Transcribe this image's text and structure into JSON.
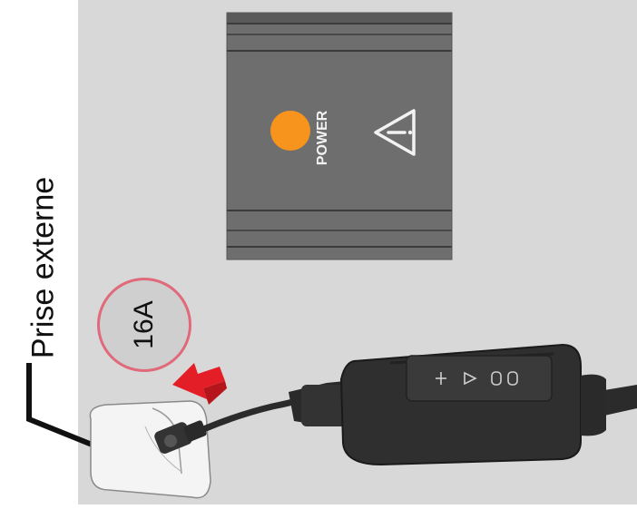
{
  "label": {
    "text": "Prise externe"
  },
  "badge": {
    "text": "16A"
  },
  "charger": {
    "power_label": "POWER"
  },
  "colors": {
    "power_led": "#f7941d",
    "arrow": "#e41e26",
    "badge_ring": "#e0697a",
    "box": "#6e6e6e",
    "background": "#d8d8d8"
  },
  "icons": [
    "warning-icon",
    "arrow-icon",
    "power-led-icon"
  ]
}
